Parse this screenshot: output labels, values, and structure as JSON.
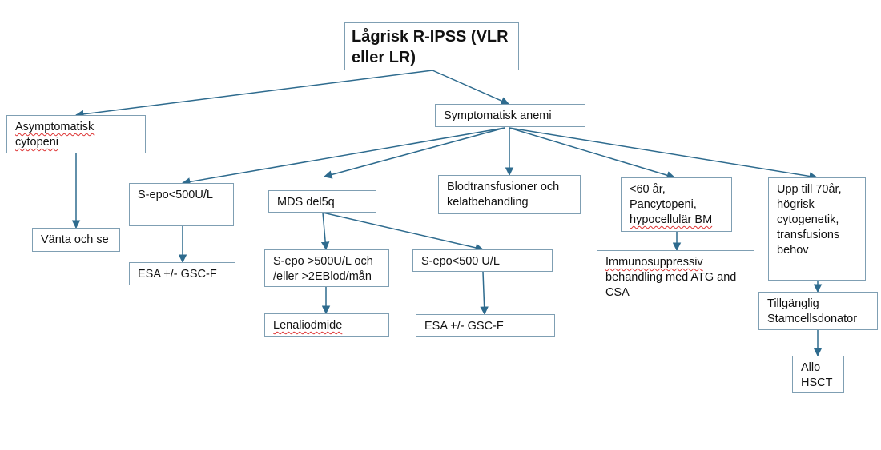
{
  "diagram": {
    "title": "Lågrisk  R-IPSS (VLR eller LR)",
    "nodes": {
      "root": {
        "text": "Lågrisk  R-IPSS (VLR\neller LR)"
      },
      "asymptomatisk": {
        "line1": "Asymptomatisk",
        "line2": "cytopeni"
      },
      "vanta": {
        "text": "Vänta och se"
      },
      "symptomatisk": {
        "text": "Symptomatisk anemi"
      },
      "sepo_low": {
        "text": "S-epo<500U/L"
      },
      "esa1": {
        "text": "ESA +/- GSC-F"
      },
      "mds_del5q": {
        "text": "MDS del5q"
      },
      "sepo_high": {
        "text": "S-epo >500U/L och\n/eller >2EBlod/mån"
      },
      "sepo_low2": {
        "text": "S-epo<500 U/L"
      },
      "lenaliodmide": {
        "text": "Lenaliodmide"
      },
      "esa2": {
        "text": "ESA +/- GSC-F"
      },
      "blodtransfusion": {
        "text": "Blodtransfusioner och\nkelatbehandling"
      },
      "under60": {
        "line1": "<60 år,\nPancytopeni,",
        "line2": "hypocellulär BM"
      },
      "immuno": {
        "line1": "Immunosuppressiv",
        "line2": "behandling med ATG and\nCSA"
      },
      "upp70": {
        "text": "Upp till 70år,\nhögrisk\ncytogenetik,\ntransfusions\nbehov"
      },
      "tillganglig": {
        "text": "Tillgänglig\nStamcellsdonator"
      },
      "allo": {
        "text": "Allo\nHSCT"
      }
    },
    "edges": [
      [
        "root",
        "asymptomatisk"
      ],
      [
        "root",
        "symptomatisk"
      ],
      [
        "asymptomatisk",
        "vanta"
      ],
      [
        "symptomatisk",
        "sepo_low"
      ],
      [
        "symptomatisk",
        "mds_del5q"
      ],
      [
        "symptomatisk",
        "blodtransfusion"
      ],
      [
        "symptomatisk",
        "under60"
      ],
      [
        "symptomatisk",
        "upp70"
      ],
      [
        "sepo_low",
        "esa1"
      ],
      [
        "mds_del5q",
        "sepo_high"
      ],
      [
        "mds_del5q",
        "sepo_low2"
      ],
      [
        "sepo_high",
        "lenaliodmide"
      ],
      [
        "sepo_low2",
        "esa2"
      ],
      [
        "under60",
        "immuno"
      ],
      [
        "upp70",
        "tillganglig"
      ],
      [
        "tillganglig",
        "allo"
      ]
    ],
    "colors": {
      "edge": "#2e6b8e",
      "border": "#7f9fb3",
      "spellcheck": "#dd3333"
    }
  }
}
